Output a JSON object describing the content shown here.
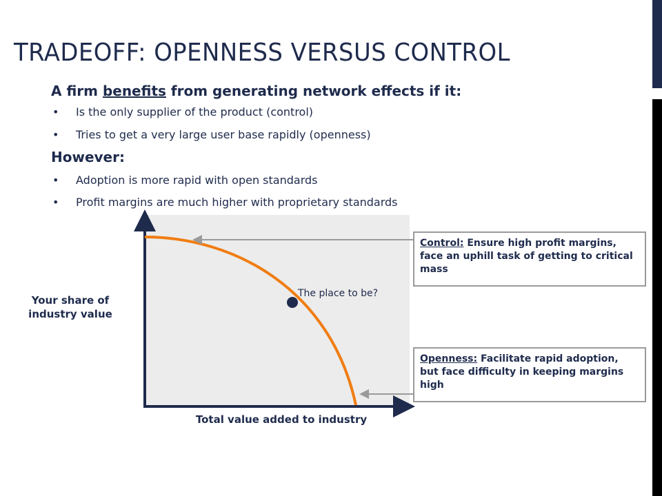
{
  "title": "TRADEOFF: OPENNESS VERSUS CONTROL",
  "intro": {
    "prefix": "A firm ",
    "underlined": "benefits",
    "suffix": " from generating network effects if it:"
  },
  "bullets_if": [
    "Is the only supplier of the product (control)",
    "Tries to get a very large user base rapidly (openness)"
  ],
  "however_heading": "However:",
  "bullets_however": [
    "Adoption is more rapid with open standards",
    "Profit margins are much higher with proprietary standards"
  ],
  "bullet_glyph": "•",
  "diagram": {
    "y_axis_label": "Your share of industry value",
    "x_axis_label": "Total value added to industry",
    "point_label": "The place to be?",
    "control_box": {
      "heading": "Control:",
      "text": " Ensure high profit margins, face an uphill task of getting to critical mass"
    },
    "openness_box": {
      "heading": "Openness:",
      "text": " Facilitate rapid adoption, but face difficulty in keeping margins high"
    },
    "colors": {
      "curve": "#f07d12",
      "axes": "#1f2b4d",
      "plot_background": "#ececec",
      "arrows": "#9a9a9a"
    }
  }
}
